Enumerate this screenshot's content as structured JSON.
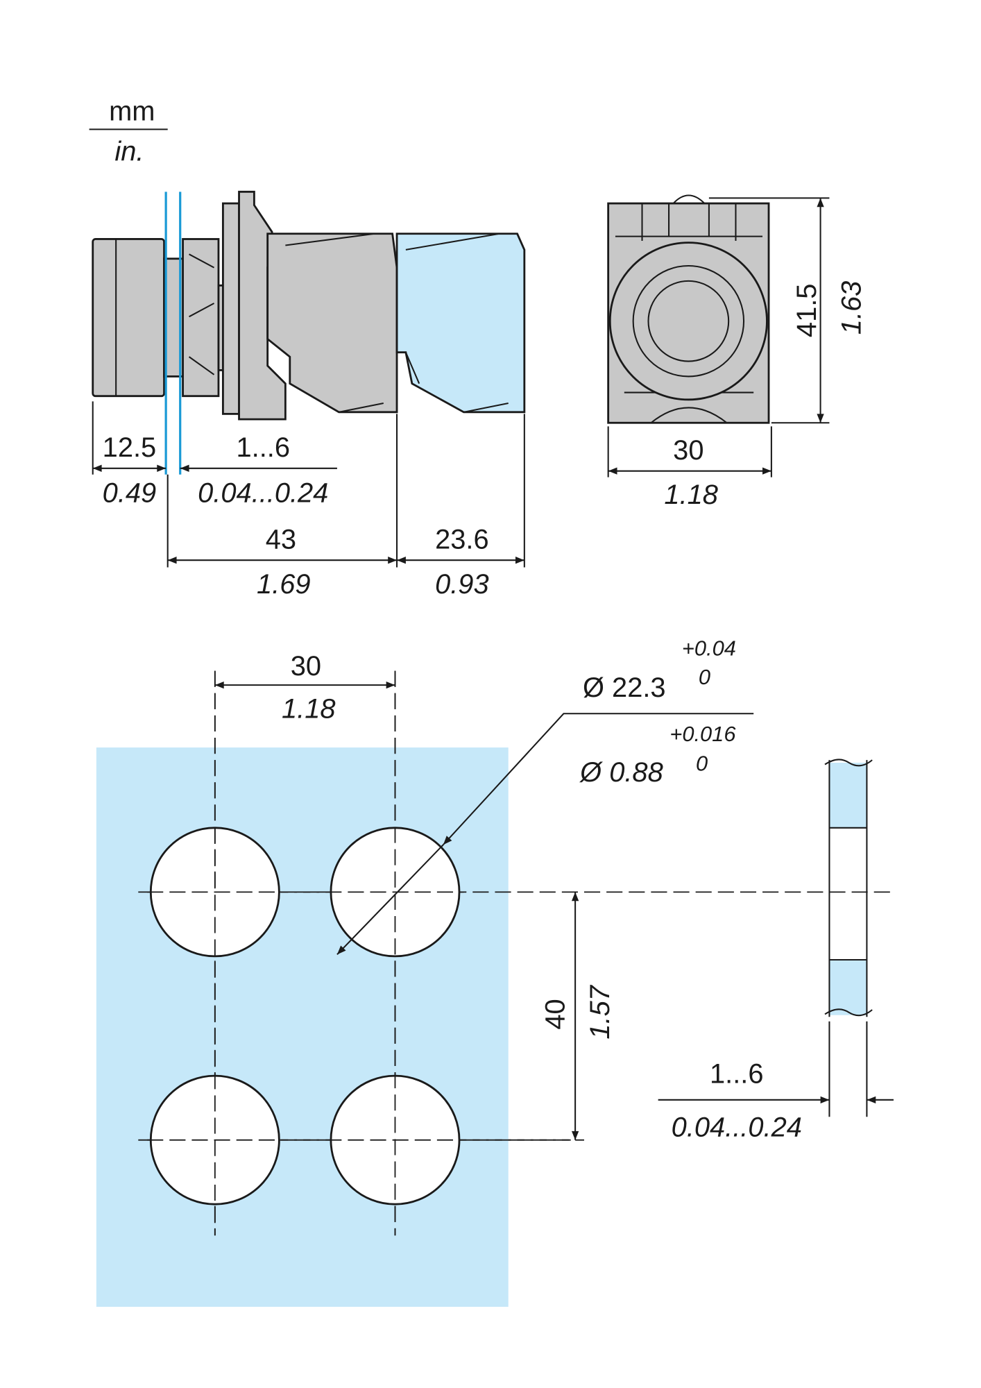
{
  "units": {
    "top": "mm",
    "bottom": "in."
  },
  "side_view": {
    "d1_mm": "12.5",
    "d1_in": "0.49",
    "d2_mm": "1...6",
    "d2_in": "0.04...0.24",
    "d3_mm": "43",
    "d3_in": "1.69",
    "d4_mm": "23.6",
    "d4_in": "0.93"
  },
  "front_view": {
    "height_mm": "41.5",
    "height_in": "1.63",
    "width_mm": "30",
    "width_in": "1.18"
  },
  "cutout": {
    "spacing_h_mm": "30",
    "spacing_h_in": "1.18",
    "diameter_mm": "Ø 22.3",
    "tol_mm_upper": "+0.04",
    "tol_mm_lower": "0",
    "diameter_in": "Ø 0.88",
    "tol_in_upper": "+0.016",
    "tol_in_lower": "0",
    "spacing_v_mm": "40",
    "spacing_v_in": "1.57",
    "panel_mm": "1...6",
    "panel_in": "0.04...0.24"
  },
  "colors": {
    "panel": "#c6e8f9",
    "body": "#c8c8c8",
    "guide": "#1a9ad6"
  }
}
